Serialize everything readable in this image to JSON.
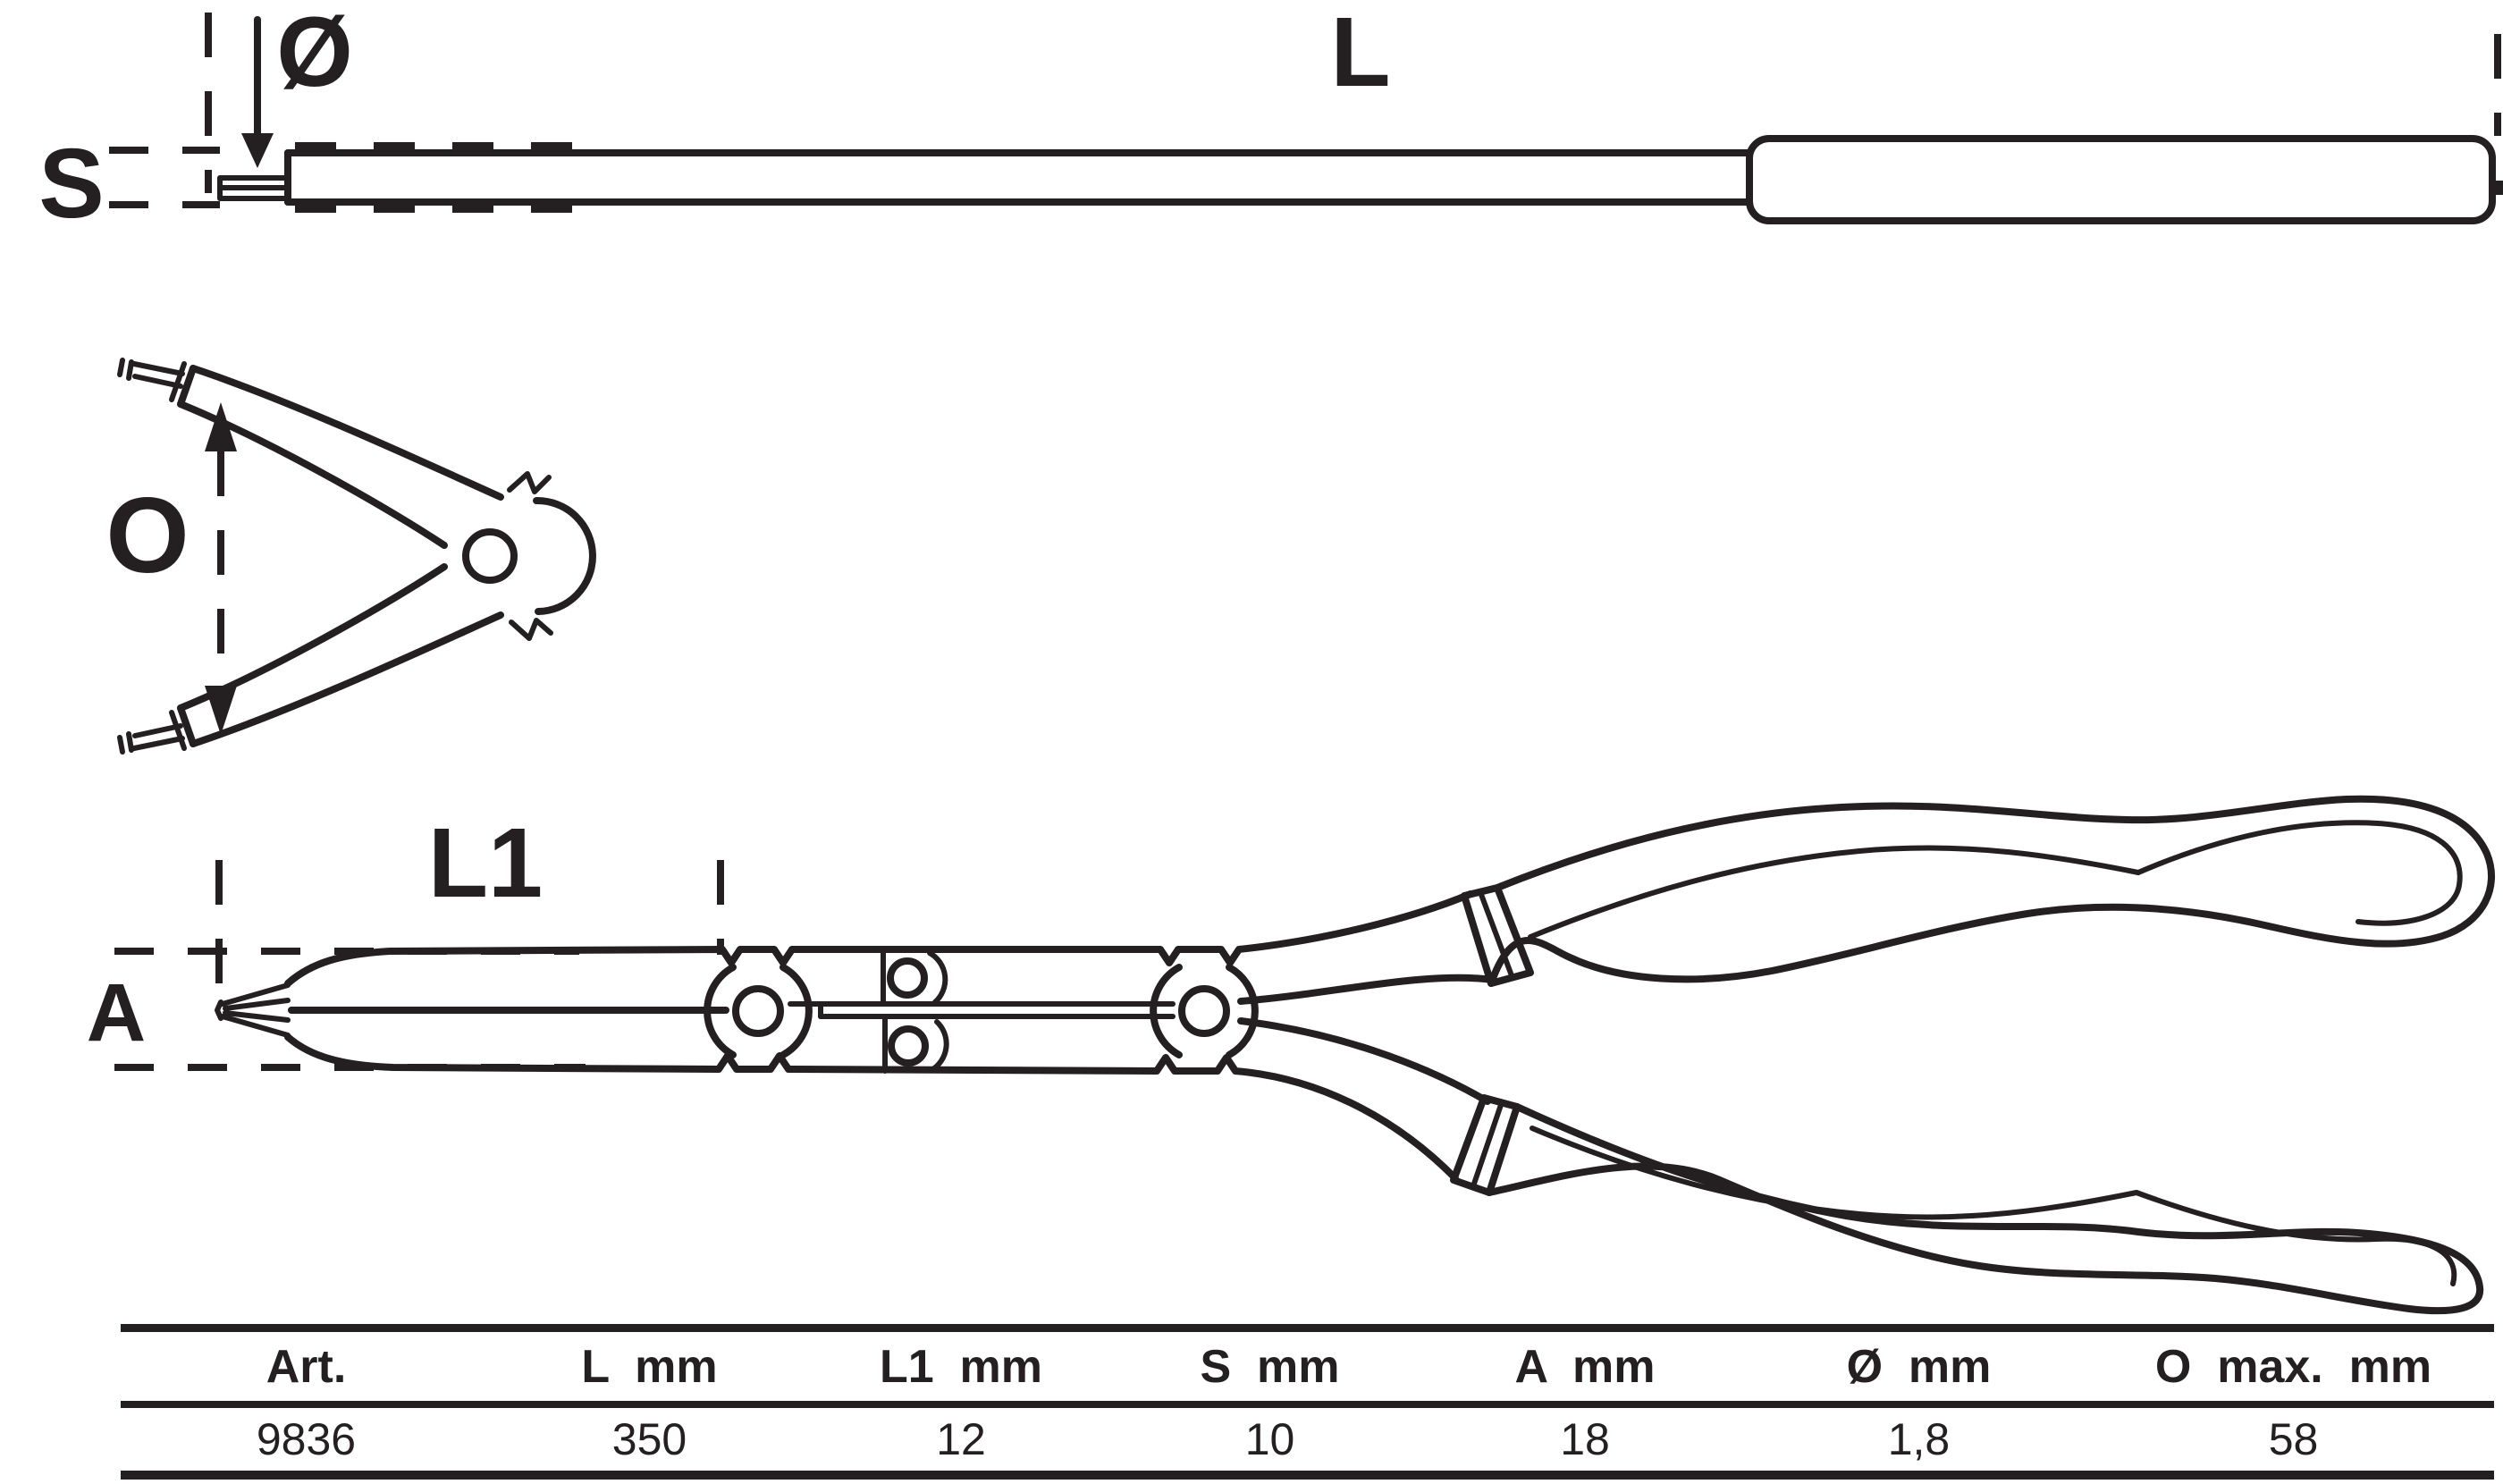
{
  "page": {
    "background": "#ffffff",
    "ink": "#241f20"
  },
  "diagram": {
    "top_view": {
      "label_length": "L",
      "label_tip_thickness": "S",
      "label_tip_diameter": "Ø"
    },
    "opening_view": {
      "label_max_opening": "O"
    },
    "side_view": {
      "label_jaw_length": "L1",
      "label_jaw_height": "A"
    }
  },
  "table": {
    "headers": [
      "Art.",
      "L  mm",
      "L1  mm",
      "S  mm",
      "A  mm",
      "Ø  mm",
      "O  max.  mm"
    ],
    "row": [
      "9836",
      "350",
      "12",
      "10",
      "18",
      "1,8",
      "58"
    ]
  }
}
